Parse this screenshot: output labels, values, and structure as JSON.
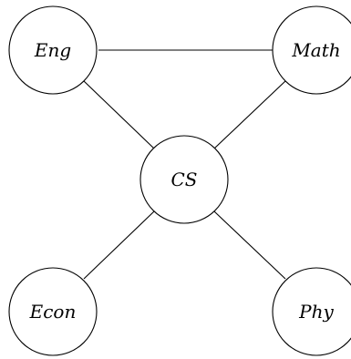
{
  "graph": {
    "nodes": [
      {
        "id": "eng",
        "label": "Eng"
      },
      {
        "id": "math",
        "label": "Math"
      },
      {
        "id": "cs",
        "label": "CS"
      },
      {
        "id": "econ",
        "label": "Econ"
      },
      {
        "id": "phy",
        "label": "Phy"
      }
    ],
    "edges": [
      {
        "from": "eng",
        "to": "math"
      },
      {
        "from": "eng",
        "to": "cs"
      },
      {
        "from": "math",
        "to": "cs"
      },
      {
        "from": "cs",
        "to": "econ"
      },
      {
        "from": "cs",
        "to": "phy"
      }
    ]
  }
}
